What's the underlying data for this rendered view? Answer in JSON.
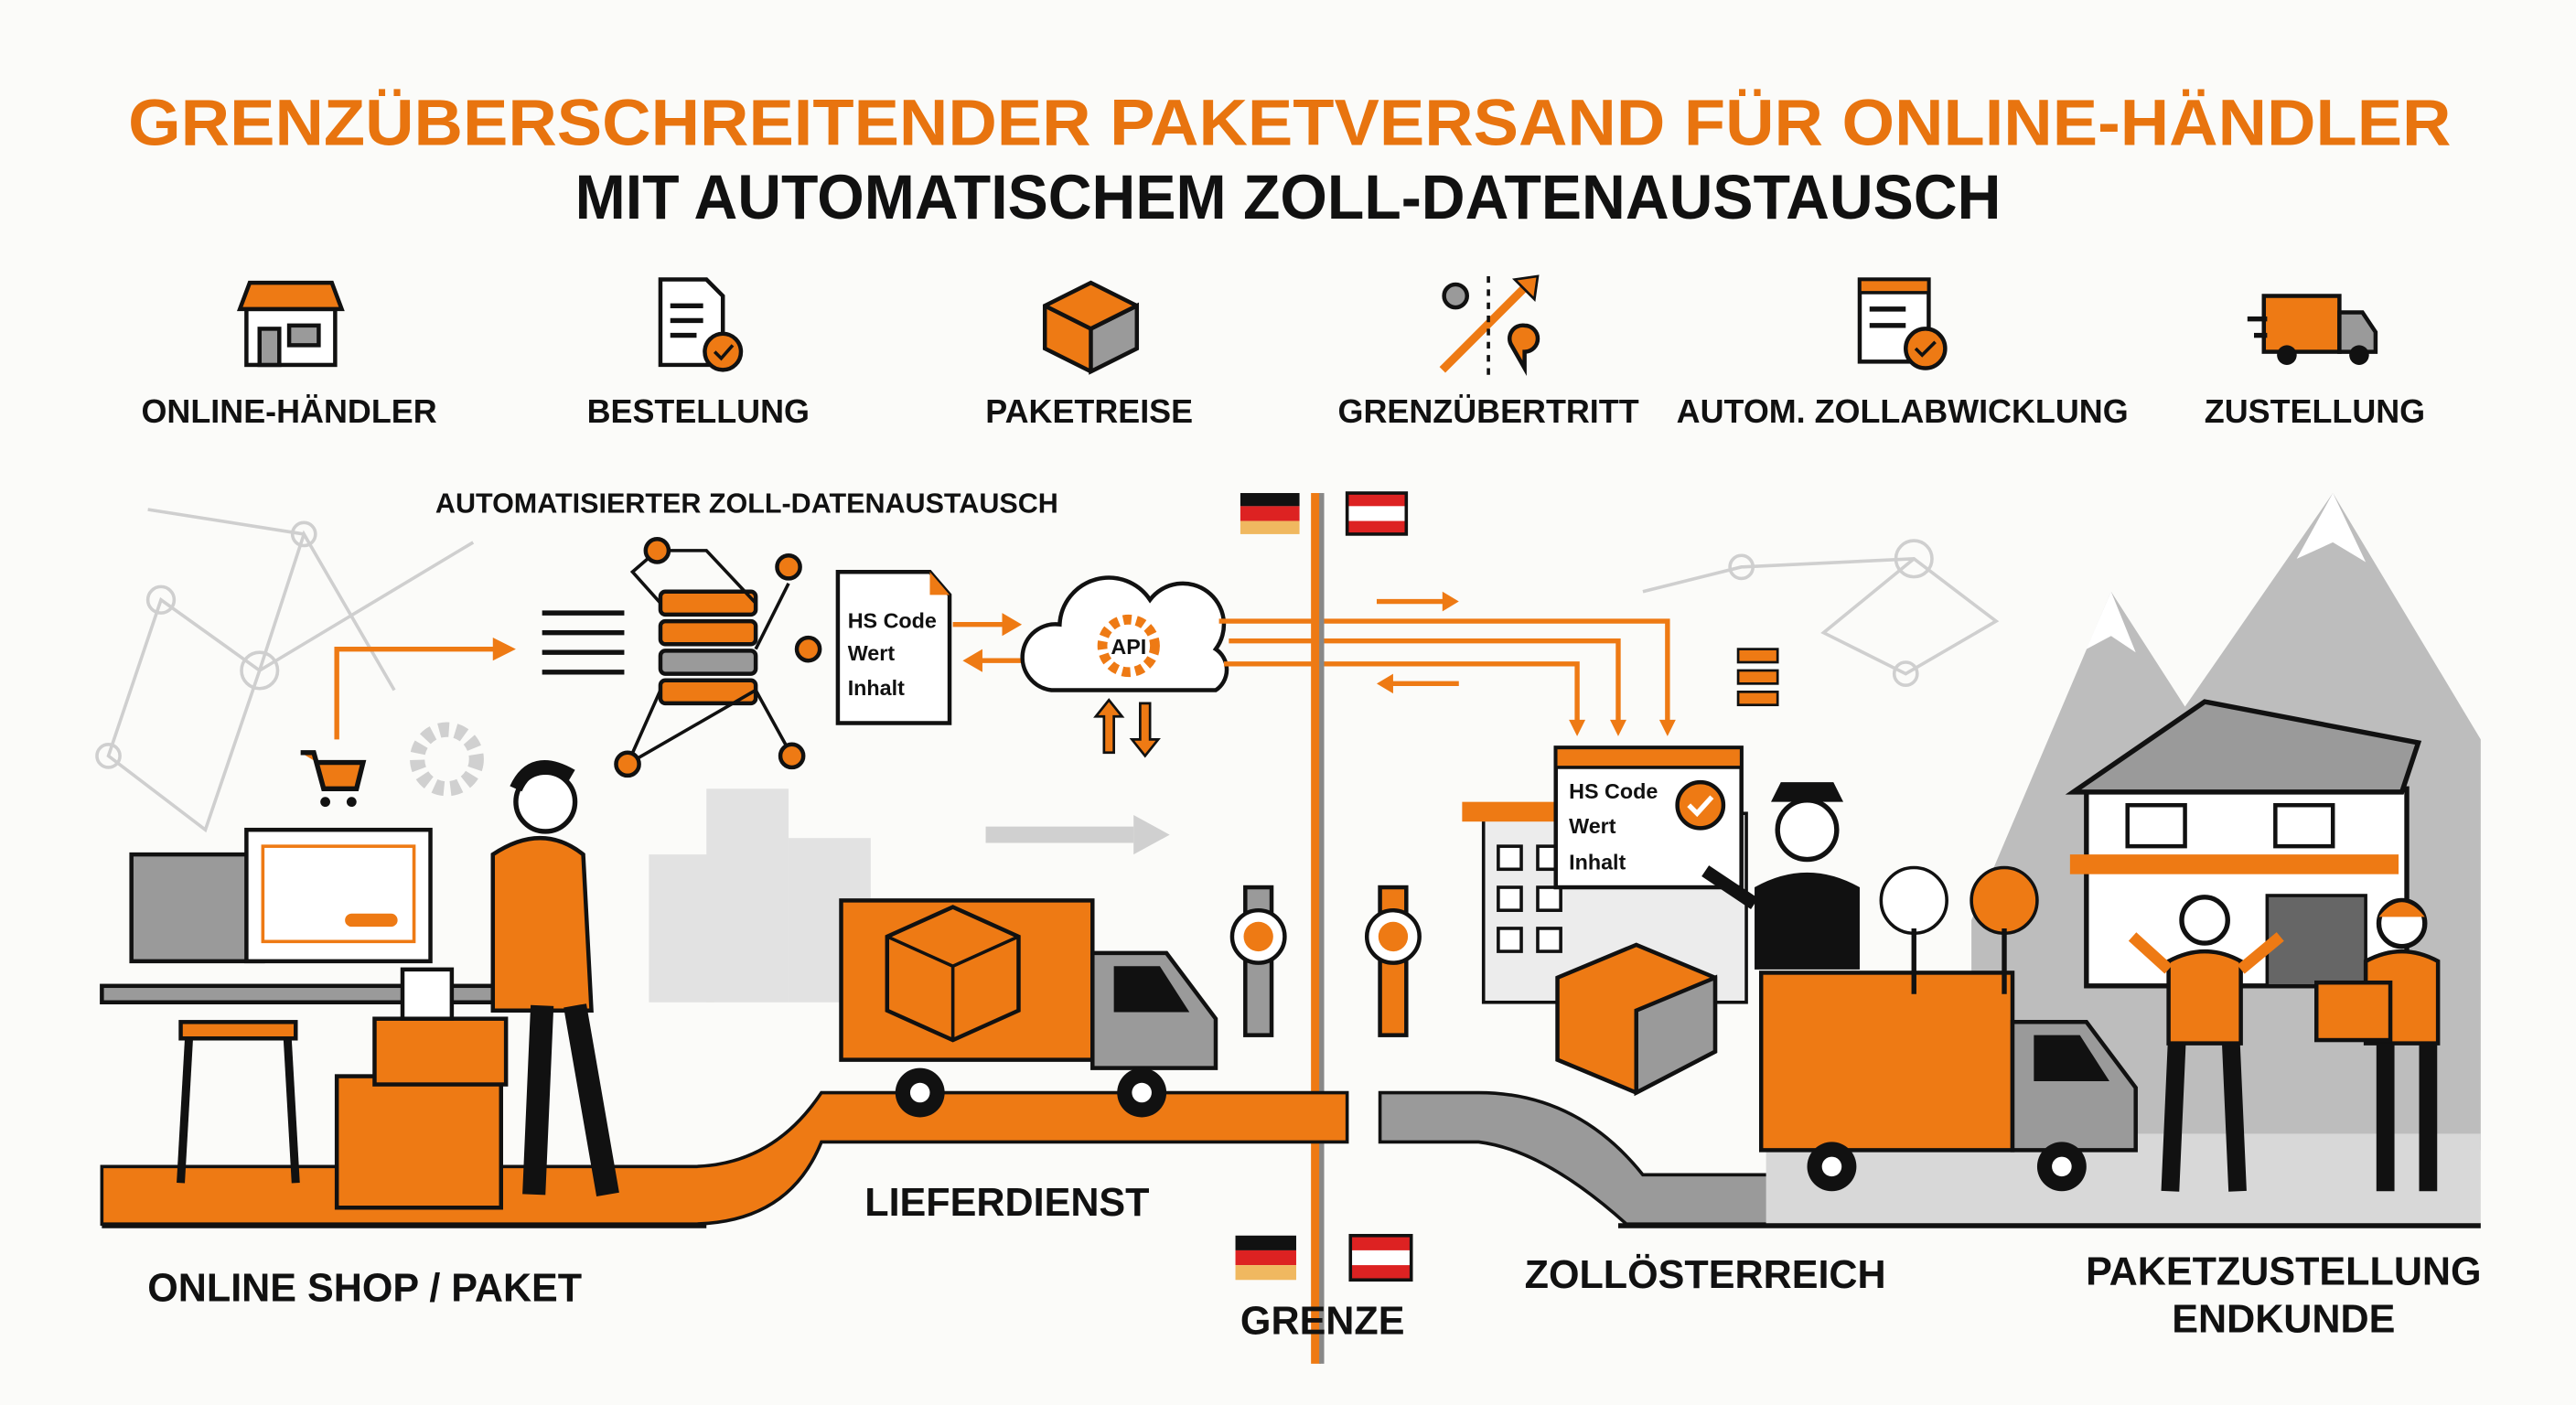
{
  "title": {
    "line1": "GRENZÜBERSCHREITENDER PAKETVERSAND FÜR ONLINE-HÄNDLER",
    "line2": "MIT AUTOMATISCHEM ZOLL-DATENAUSTAUSCH"
  },
  "steps": [
    {
      "label": "ONLINE-HÄNDLER",
      "icon": "shop-icon"
    },
    {
      "label": "BESTELLUNG",
      "icon": "order-document-icon"
    },
    {
      "label": "PAKETREISE",
      "icon": "package-icon"
    },
    {
      "label": "GRENZÜBERTRITT",
      "icon": "border-route-icon"
    },
    {
      "label": "AUTOM. ZOLLABWICKLUNG",
      "icon": "customs-check-icon"
    },
    {
      "label": "ZUSTELLUNG",
      "icon": "delivery-truck-icon"
    }
  ],
  "data_exchange": {
    "heading": "AUTOMATISIERTER ZOLL-DATENAUSTAUSCH",
    "api_label": "API",
    "doc_fields": [
      "HS Code",
      "Wert",
      "Inhalt"
    ]
  },
  "customs_screen": {
    "fields": [
      "HS Code",
      "Wert",
      "Inhalt"
    ]
  },
  "bottom_labels": {
    "shop": "ONLINE SHOP / PAKET",
    "carrier": "LIEFERDIENST",
    "border": "GRENZE",
    "customs": "ZOLLÖSTERREICH",
    "delivery_line1": "PAKETZUSTELLUNG",
    "delivery_line2": "ENDKUNDE"
  },
  "colors": {
    "accent": "#ee7a14",
    "title": "#e8740f",
    "gray": "#9a9a9a",
    "de": [
      "#111111",
      "#dd2222",
      "#f0b860"
    ],
    "at": [
      "#dd2222",
      "#ffffff",
      "#dd2222"
    ]
  }
}
